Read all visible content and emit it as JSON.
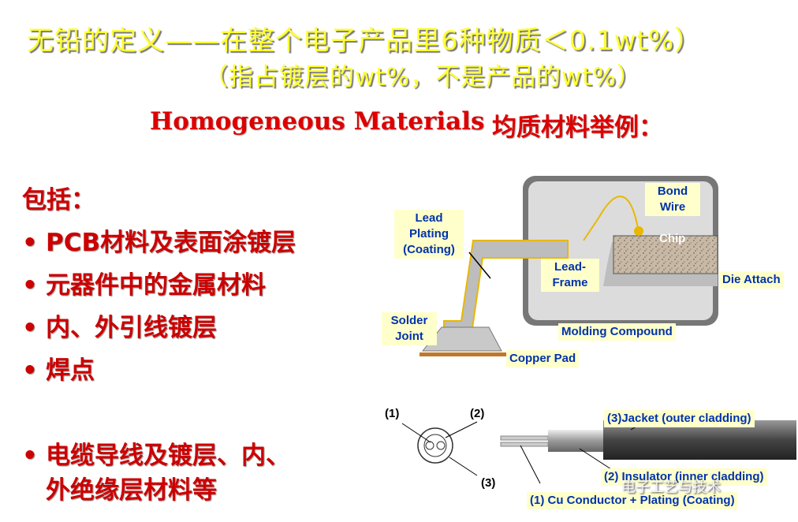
{
  "title": {
    "line1": "无铅的定义——在整个电子产品里6种物质＜0.1wt%）",
    "line2": "（指占镀层的wt%，不是产品的wt%）"
  },
  "subtitle": {
    "english": "Homogeneous  Materials",
    "chinese": "均质材料举例："
  },
  "content": {
    "heading": "包括：",
    "items": [
      "PCB材料及表面涂镀层",
      "元器件中的金属材料",
      "内、外引线镀层",
      "焊点"
    ],
    "last_item_line1": "电缆导线及镀层、内、",
    "last_item_line2": "外绝缘层材料等",
    "bullet": "•"
  },
  "diagram_top": {
    "labels": {
      "lead_plating": [
        "Lead",
        "Plating",
        "(Coating)"
      ],
      "bond_wire": [
        "Bond",
        "Wire"
      ],
      "chip": "Chip",
      "lead_frame": [
        "Lead-",
        "Frame"
      ],
      "die_attach": "Die Attach",
      "solder_joint": [
        "Solder",
        "Joint"
      ],
      "molding_compound": "Molding Compound",
      "copper_pad": "Copper Pad"
    }
  },
  "diagram_bottom": {
    "labels": {
      "n1": "(1)",
      "n2": "(2)",
      "n3": "(3)",
      "jacket": "(3)Jacket (outer cladding)",
      "insulator": "(2) Insulator (inner cladding)",
      "conductor": "(1) Cu Conductor + Plating (Coating)"
    }
  },
  "watermark": "电子工艺与技术",
  "colors": {
    "title_yellow": "#ffff33",
    "red_text": "#cc0000",
    "label_blue": "#0033aa",
    "label_bg": "#ffffcc"
  }
}
